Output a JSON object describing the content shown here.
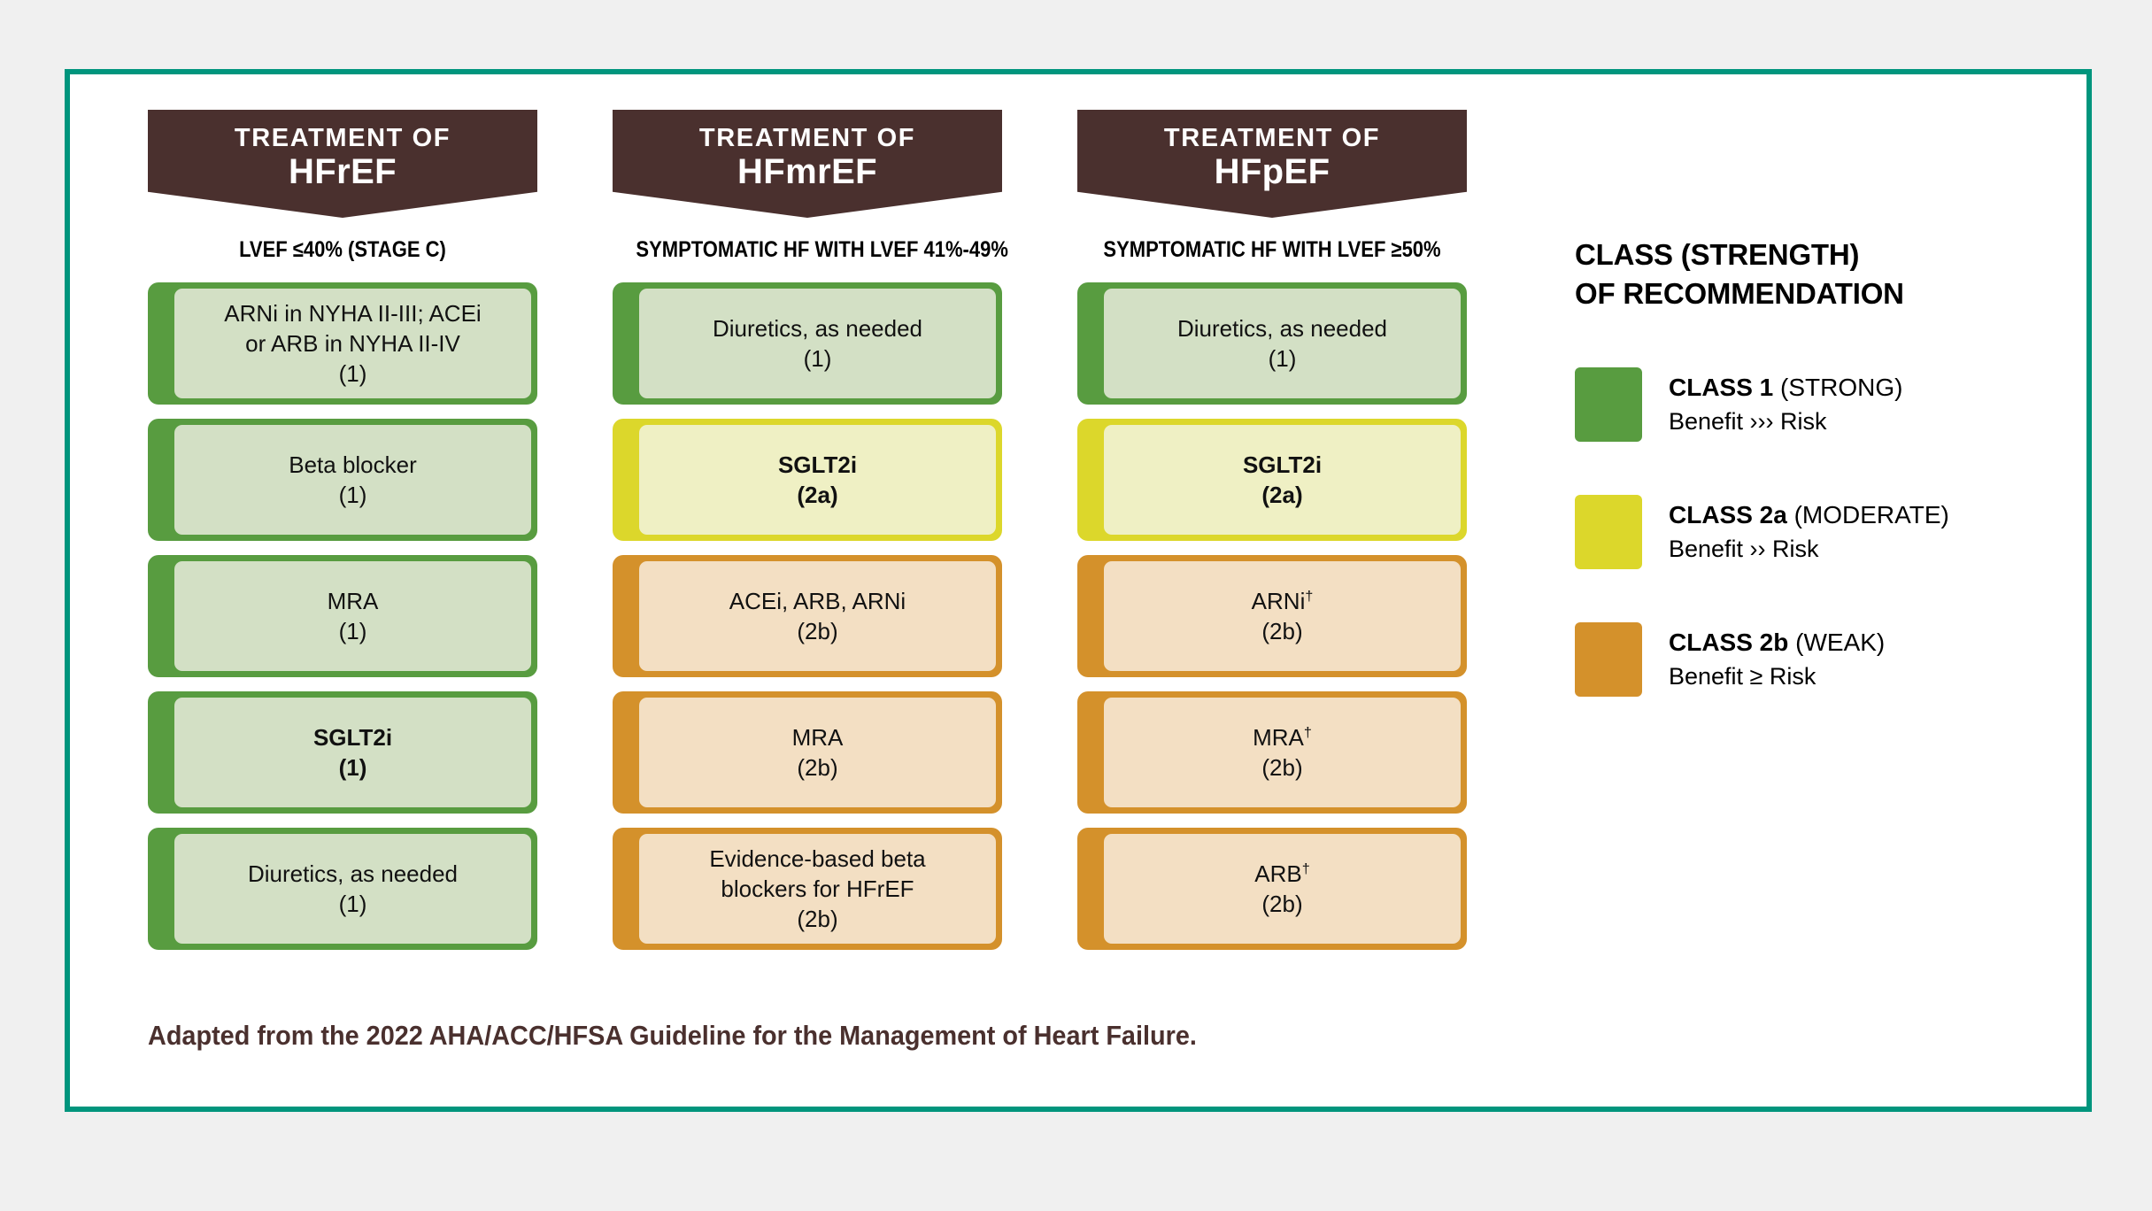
{
  "theme": {
    "frame_border": "#00957D",
    "banner_bg": "#4A302E",
    "page_bg": "#F0F0F0",
    "class1_color": "#589C40",
    "class1_fill": "#D3E0C5",
    "class2a_color": "#DCD72B",
    "class2a_fill": "#EFF0C4",
    "class2b_color": "#D4912B",
    "class2b_fill": "#F3DFC3",
    "footer_color": "#4A302E"
  },
  "columns": [
    {
      "banner_top": "TREATMENT OF",
      "banner_main": "HFrEF",
      "subtitle": "LVEF ≤40% (STAGE C)",
      "boxes": [
        {
          "line1": "ARNi in NYHA II-III; ACEi",
          "line2": "or ARB in NYHA II-IV",
          "class_label": "(1)",
          "class": "1",
          "bold": false
        },
        {
          "line1": "Beta blocker",
          "line2": "",
          "class_label": "(1)",
          "class": "1",
          "bold": false
        },
        {
          "line1": "MRA",
          "line2": "",
          "class_label": "(1)",
          "class": "1",
          "bold": false
        },
        {
          "line1": "SGLT2i",
          "line2": "",
          "class_label": "(1)",
          "class": "1",
          "bold": true
        },
        {
          "line1": "Diuretics, as needed",
          "line2": "",
          "class_label": "(1)",
          "class": "1",
          "bold": false
        }
      ]
    },
    {
      "banner_top": "TREATMENT OF",
      "banner_main": "HFmrEF",
      "subtitle": "SYMPTOMATIC HF WITH LVEF 41%-49%",
      "boxes": [
        {
          "line1": "Diuretics, as needed",
          "line2": "",
          "class_label": "(1)",
          "class": "1",
          "bold": false
        },
        {
          "line1": "SGLT2i",
          "line2": "",
          "class_label": "(2a)",
          "class": "2a",
          "bold": true
        },
        {
          "line1": "ACEi, ARB, ARNi",
          "line2": "",
          "class_label": "(2b)",
          "class": "2b",
          "bold": false
        },
        {
          "line1": "MRA",
          "line2": "",
          "class_label": "(2b)",
          "class": "2b",
          "bold": false
        },
        {
          "line1": "Evidence-based beta",
          "line2": "blockers for HFrEF",
          "class_label": "(2b)",
          "class": "2b",
          "bold": false
        }
      ]
    },
    {
      "banner_top": "TREATMENT OF",
      "banner_main": "HFpEF",
      "subtitle": "SYMPTOMATIC HF WITH LVEF ≥50%",
      "boxes": [
        {
          "line1": "Diuretics, as needed",
          "line2": "",
          "class_label": "(1)",
          "class": "1",
          "bold": false
        },
        {
          "line1": "SGLT2i",
          "line2": "",
          "class_label": "(2a)",
          "class": "2a",
          "bold": true
        },
        {
          "line1": "ARNi",
          "line2": "",
          "dagger": true,
          "class_label": "(2b)",
          "class": "2b",
          "bold": false
        },
        {
          "line1": "MRA",
          "line2": "",
          "dagger": true,
          "class_label": "(2b)",
          "class": "2b",
          "bold": false
        },
        {
          "line1": "ARB",
          "line2": "",
          "dagger": true,
          "class_label": "(2b)",
          "class": "2b",
          "bold": false
        }
      ]
    }
  ],
  "legend": {
    "title_line1": "CLASS (STRENGTH)",
    "title_line2": "OF RECOMMENDATION",
    "items": [
      {
        "swatch": "#589C40",
        "class_name": "CLASS 1",
        "strength": "(STRONG)",
        "benefit": "Benefit ››› Risk"
      },
      {
        "swatch": "#DCD72B",
        "class_name": "CLASS 2a",
        "strength": "(MODERATE)",
        "benefit": "Benefit ›› Risk"
      },
      {
        "swatch": "#D4912B",
        "class_name": "CLASS 2b",
        "strength": "(WEAK)",
        "benefit": "Benefit ≥ Risk"
      }
    ]
  },
  "footer": {
    "text": "Adapted from the 2022 AHA/ACC/HFSA Guideline for the Management of Heart Failure."
  }
}
